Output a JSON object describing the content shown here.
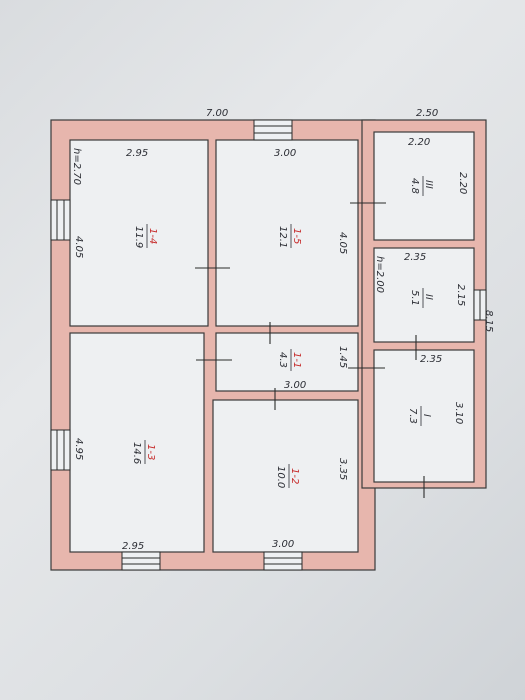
{
  "dimensions": {
    "top_main": "7.00",
    "top_annex": "2.50",
    "r14_width": "2.95",
    "r15_width": "3.00",
    "rIII_width": "2.20",
    "rIII_height": "2.20",
    "r14_height": "4.05",
    "r15_height": "4.05",
    "rII_width": "2.35",
    "rII_height": "2.15",
    "annex_right": "8.15",
    "corridor_height": "1.45",
    "corridor_width": "3.00",
    "rI_width": "2.35",
    "rI_height": "3.10",
    "r13_height": "4.95",
    "r12_height": "3.35",
    "bottom_left": "2.95",
    "bottom_mid": "3.00",
    "ceiling_main": "h=2.70",
    "ceiling_annex": "h=2.00"
  },
  "rooms": {
    "r14": {
      "code": "1-4",
      "area": "11.9"
    },
    "r15": {
      "code": "1-5",
      "area": "12.1"
    },
    "r11": {
      "code": "1-1",
      "area": "4.3"
    },
    "r13": {
      "code": "1-3",
      "area": "14.6"
    },
    "r12": {
      "code": "1-2",
      "area": "10.0"
    },
    "rIII": {
      "code": "III",
      "area": "4.8"
    },
    "rII": {
      "code": "II",
      "area": "5.1"
    },
    "rI": {
      "code": "I",
      "area": "7.3"
    }
  }
}
